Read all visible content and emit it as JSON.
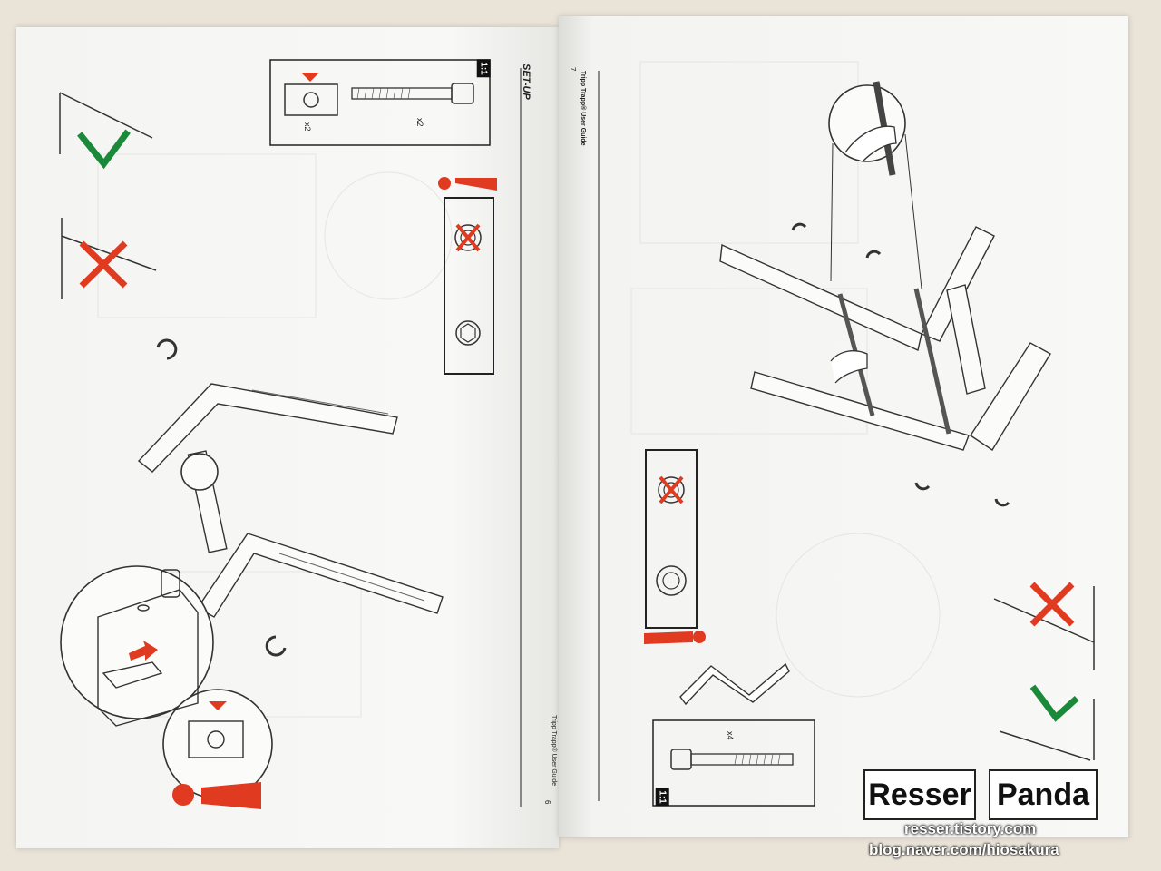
{
  "left_page": {
    "section_title": "SET-UP",
    "footer_title": "Tripp Trapp® User Guide",
    "page_number": "6",
    "scale_badge": "1:1",
    "parts": [
      {
        "label": "x2"
      },
      {
        "label": "x2"
      }
    ]
  },
  "right_page": {
    "header_title": "Tripp Trapp® User Guide",
    "page_number": "7",
    "scale_badge": "1:1",
    "parts": [
      {
        "label": "x4"
      }
    ]
  },
  "watermark": {
    "word1": "Resser",
    "word2": "Panda",
    "url1": "resser.tistory.com",
    "url2": "blog.naver.com/hiosakura"
  },
  "colors": {
    "accent_red": "#e03a20",
    "check_green": "#1a8a3a",
    "line_dark": "#222222"
  },
  "icons": [
    "check-icon",
    "cross-icon",
    "warning-icon",
    "rotate-arrow-icon",
    "allen-key-icon",
    "bolt-icon",
    "barrel-nut-icon"
  ]
}
